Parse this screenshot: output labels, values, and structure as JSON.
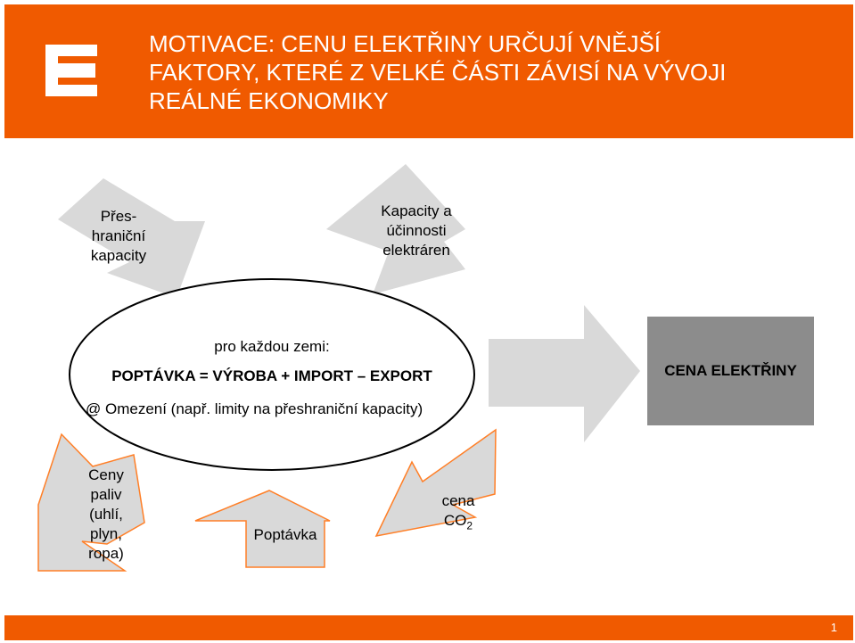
{
  "header": {
    "title_lines": [
      "MOTIVACE: CENU ELEKTŘINY URČUJÍ VNĚJŠÍ",
      "FAKTORY, KTERÉ Z VELKÉ ČÁSTI ZÁVISÍ NA VÝVOJI",
      "REÁLNÉ EKONOMIKY"
    ],
    "logo_icon": "cez-logo-icon"
  },
  "factors_top": {
    "cross_border": [
      "Přes-",
      "hraniční",
      "kapacity"
    ],
    "plants": [
      "Kapacity a",
      "účinnosti",
      "elektráren"
    ]
  },
  "ellipse": {
    "line1": "pro každou zemi:",
    "line2": "POPTÁVKA = VÝROBA + IMPORT – EXPORT",
    "line3": "@ Omezení (např. limity na přeshraniční kapacity)"
  },
  "result": {
    "label": "CENA ELEKTŘINY"
  },
  "factors_bottom": {
    "fuels": [
      "Ceny",
      "paliv",
      "(uhlí,",
      "plyn,",
      "ropa)"
    ],
    "demand": "Poptávka",
    "co2_line1": "cena",
    "co2_base": "CO",
    "co2_sub": "2"
  },
  "footer": {
    "page_number": "1"
  },
  "colors": {
    "brand_orange": "#f05a00",
    "arrow_gray": "#d9d9d9",
    "box_gray": "#8c8c8c"
  }
}
